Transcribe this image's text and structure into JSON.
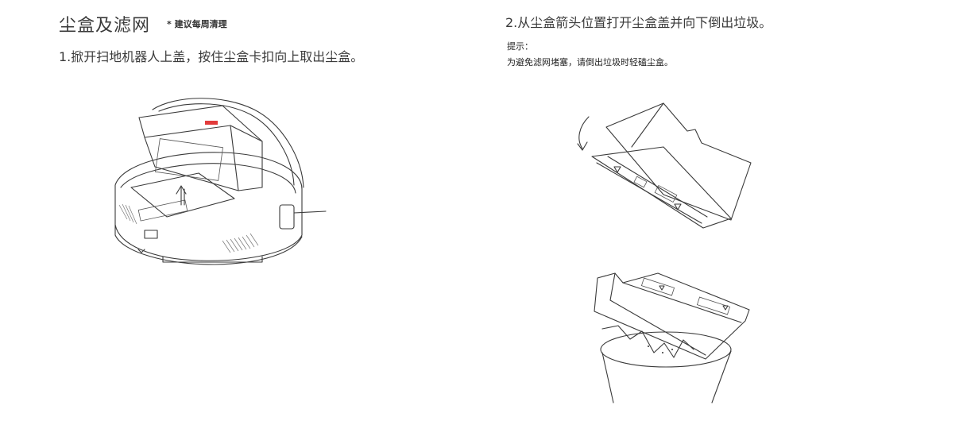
{
  "section": {
    "title": "尘盒及滤网",
    "note": "* 建议每周清理"
  },
  "steps": {
    "step1": "1.掀开扫地机器人上盖，按住尘盒卡扣向上取出尘盒。",
    "step2": "2.从尘盒箭头位置打开尘盒盖并向下倒出垃圾。"
  },
  "tip": {
    "label": "提示：",
    "text": "为避免滤网堵塞，请倒出垃圾时轻磕尘盒。"
  },
  "illustrations": {
    "robot": "robot-vacuum-dustbin-removal",
    "dustbin_open": "dustbin-lid-open",
    "dustbin_empty": "dustbin-emptying-into-trash"
  },
  "colors": {
    "line": "#3a3a3a",
    "latch_accent": "#e23b3b"
  }
}
